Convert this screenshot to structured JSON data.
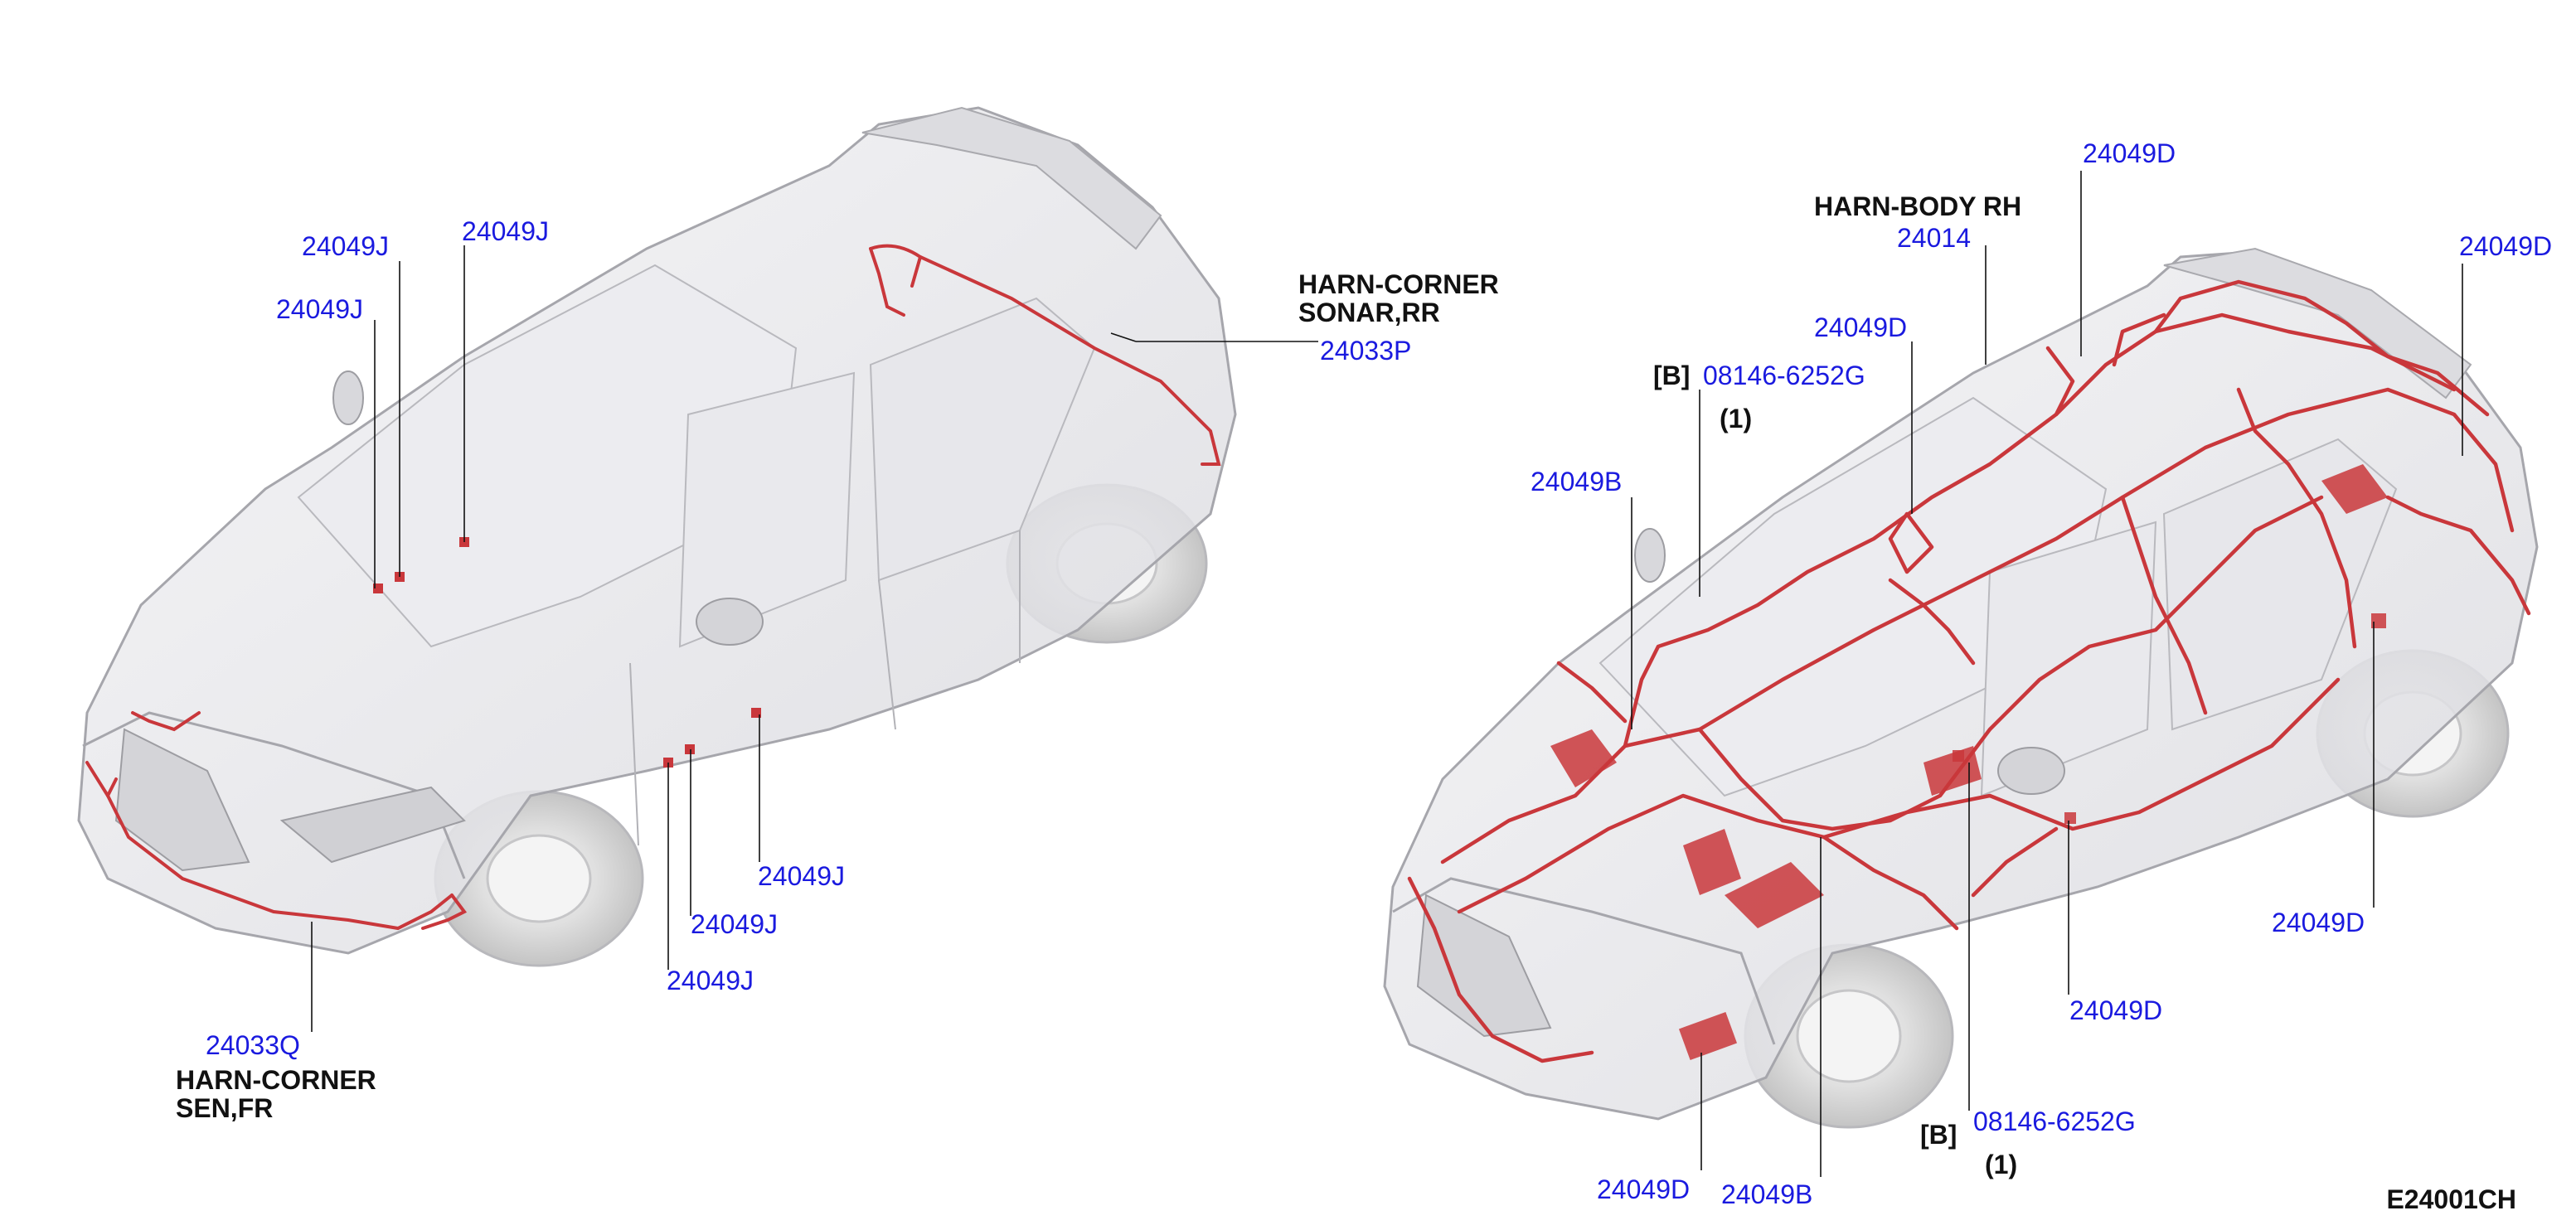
{
  "colors": {
    "harness": "#c9373b",
    "part_number": "#1a1adf",
    "label": "#111111",
    "leader_line": "#111111",
    "car_body": "#e9e9ec",
    "car_outline": "#9a9aa0"
  },
  "left_car": {
    "part_numbers": [
      {
        "id": "l1",
        "text": "24049J"
      },
      {
        "id": "l2",
        "text": "24049J"
      },
      {
        "id": "l3",
        "text": "24049J"
      },
      {
        "id": "l4",
        "text": "24033P"
      },
      {
        "id": "l5",
        "text": "24049J"
      },
      {
        "id": "l6",
        "text": "24049J"
      },
      {
        "id": "l7",
        "text": "24049J"
      },
      {
        "id": "l8",
        "text": "24033Q"
      }
    ],
    "harness_labels": [
      {
        "id": "hl1",
        "lines": [
          "HARN-CORNER",
          "SONAR,RR"
        ]
      },
      {
        "id": "hl2",
        "lines": [
          "HARN-CORNER",
          "SEN,FR"
        ]
      }
    ]
  },
  "right_car": {
    "part_numbers": [
      {
        "id": "r1",
        "text": "24049D"
      },
      {
        "id": "r2",
        "text": "24014"
      },
      {
        "id": "r3",
        "text": "24049D"
      },
      {
        "id": "r4",
        "text": "08146-6252G"
      },
      {
        "id": "r5",
        "text": "24049B"
      },
      {
        "id": "r6",
        "text": "24049D"
      },
      {
        "id": "r7",
        "text": "24049D"
      },
      {
        "id": "r8",
        "text": "24049D"
      },
      {
        "id": "r9",
        "text": "08146-6252G"
      },
      {
        "id": "r10",
        "text": "24049D"
      },
      {
        "id": "r11",
        "text": "24049B"
      }
    ],
    "harness_labels": [
      {
        "id": "rh1",
        "lines": [
          "HARN-BODY RH"
        ]
      }
    ],
    "brackets": [
      {
        "id": "b1",
        "tag": "[B]",
        "qty": "(1)"
      },
      {
        "id": "b2",
        "tag": "[B]",
        "qty": "(1)"
      }
    ]
  },
  "diagram_code": "E24001CH"
}
